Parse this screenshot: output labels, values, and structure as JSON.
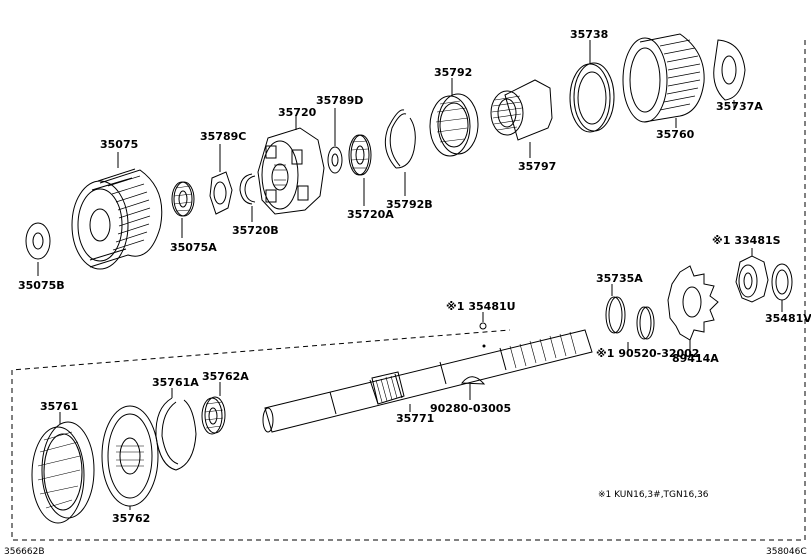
{
  "parts": {
    "p35075": "35075",
    "p35075B": "35075B",
    "p35075A": "35075A",
    "p35789C": "35789C",
    "p35720": "35720",
    "p35720B": "35720B",
    "p35789D": "35789D",
    "p35720A": "35720A",
    "p35792": "35792",
    "p35792B": "35792B",
    "p35797": "35797",
    "p35738": "35738",
    "p35760": "35760",
    "p35737A": "35737A",
    "p35481U": "35481U",
    "p35735A": "35735A",
    "p90520": "90520-32002",
    "p89414A": "89414A",
    "p33481S": "33481S",
    "p35481V": "35481V",
    "p35771": "35771",
    "p90280": "90280-03005",
    "p35761": "35761",
    "p35761A": "35761A",
    "p35762A": "35762A",
    "p35762": "35762"
  },
  "note_marker": "※1",
  "footnote": "※1  KUN16,3#,TGN16,36",
  "codes": {
    "bottom_left": "356662B",
    "bottom_right": "358046C"
  }
}
